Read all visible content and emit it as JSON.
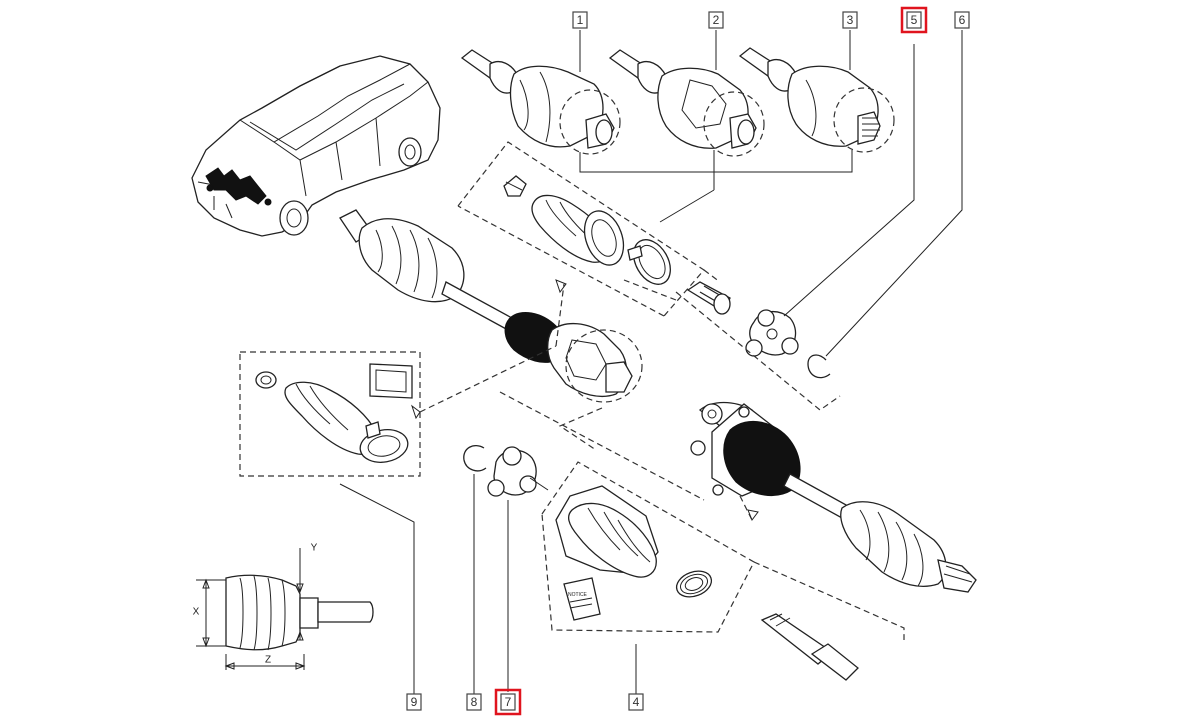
{
  "labels": [
    {
      "id": "1",
      "text": "1",
      "highlighted": false
    },
    {
      "id": "2",
      "text": "2",
      "highlighted": false
    },
    {
      "id": "3",
      "text": "3",
      "highlighted": false
    },
    {
      "id": "5",
      "text": "5",
      "highlighted": true
    },
    {
      "id": "6",
      "text": "6",
      "highlighted": false
    },
    {
      "id": "9",
      "text": "9",
      "highlighted": false
    },
    {
      "id": "8",
      "text": "8",
      "highlighted": false
    },
    {
      "id": "7",
      "text": "7",
      "highlighted": true
    },
    {
      "id": "4",
      "text": "4",
      "highlighted": false
    }
  ],
  "dimensions": {
    "x": "X",
    "y": "Y",
    "z": "Z"
  },
  "highlight_color": "#e0141e"
}
